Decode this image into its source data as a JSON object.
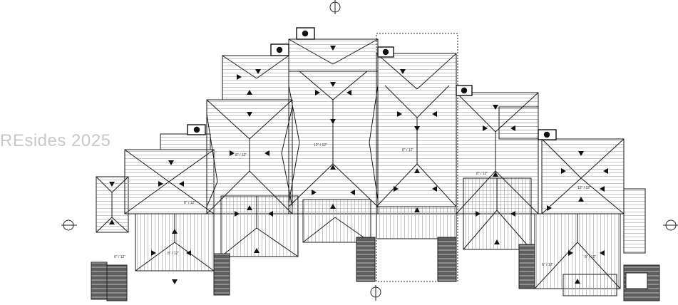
{
  "watermark": {
    "text": "REsides 2025"
  },
  "colors": {
    "line": "#1a1a1a",
    "hatch": "#9a9a9a",
    "stair": "#6e6e6e",
    "watermark": "#c8c8c8",
    "background": "#ffffff"
  },
  "labels": {
    "pitch_a": "8\" / 12\"",
    "pitch_b": "12\" / 12\"",
    "pitch_c": "6\" / 12\""
  },
  "icons": [
    "section-marker-icon",
    "pitch-arrow-icon",
    "chimney-icon",
    "staircase-icon"
  ]
}
